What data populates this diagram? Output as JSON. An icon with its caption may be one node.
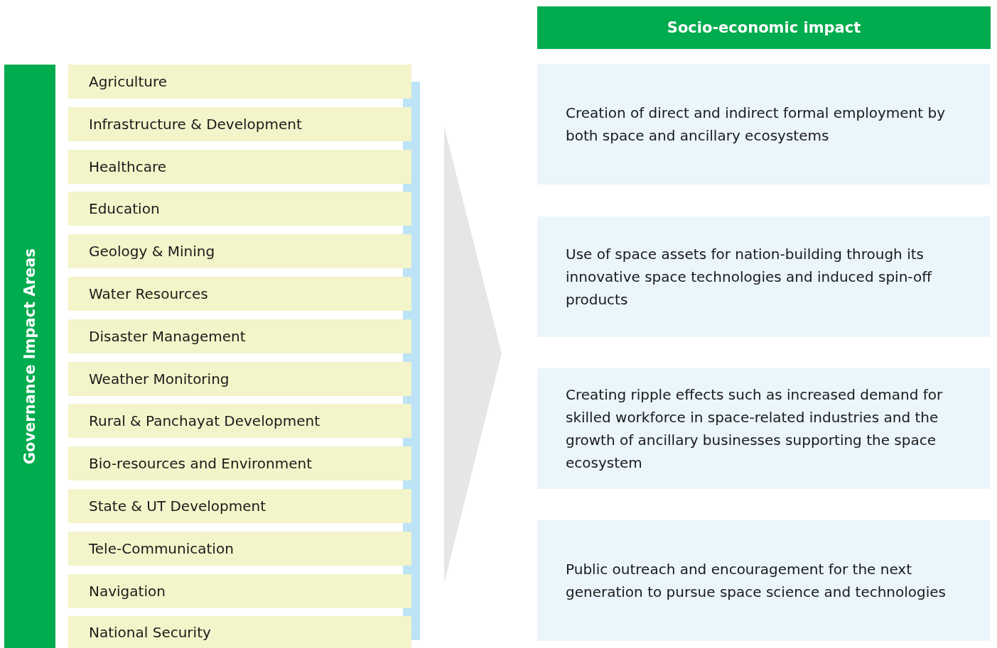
{
  "diagram": {
    "nodes": [
      {
        "text": [
          "Governance Impact Areas"
        ]
      },
      {
        "text": [
          "Agriculture"
        ]
      },
      {
        "text": [
          "Infrastructure & Development"
        ]
      },
      {
        "text": [
          "Healthcare"
        ]
      },
      {
        "text": [
          "Education"
        ]
      },
      {
        "text": [
          "Geology & Mining"
        ]
      },
      {
        "text": [
          "Water Resources"
        ]
      },
      {
        "text": [
          "Disaster Management"
        ]
      },
      {
        "text": [
          "Weather Monitoring"
        ]
      },
      {
        "text": [
          "Rural & Panchayat Development"
        ]
      },
      {
        "text": [
          "Bio-resources and Environment"
        ]
      },
      {
        "text": [
          "State & UT Development"
        ]
      },
      {
        "text": [
          "Tele-Communication"
        ]
      },
      {
        "text": [
          "Navigation"
        ]
      },
      {
        "text": [
          "National Security"
        ]
      },
      {
        "text": [
          "Socio-economic impact"
        ]
      },
      {
        "text": [
          "Creation of direct and indirect formal employment by both space and ancillary ecosystems"
        ]
      },
      {
        "text": [
          "Use of space assets for nation-building through its innovative space technologies and induced spin-off products"
        ]
      },
      {
        "text": [
          "Creating ripple effects such as increased demand for skilled workforce in space-related industries and the growth of ancillary businesses supporting the space ecosystem"
        ]
      },
      {
        "text": [
          "Public outreach and encouragement for the next generation to pursue space science and technologies"
        ]
      }
    ]
  }
}
